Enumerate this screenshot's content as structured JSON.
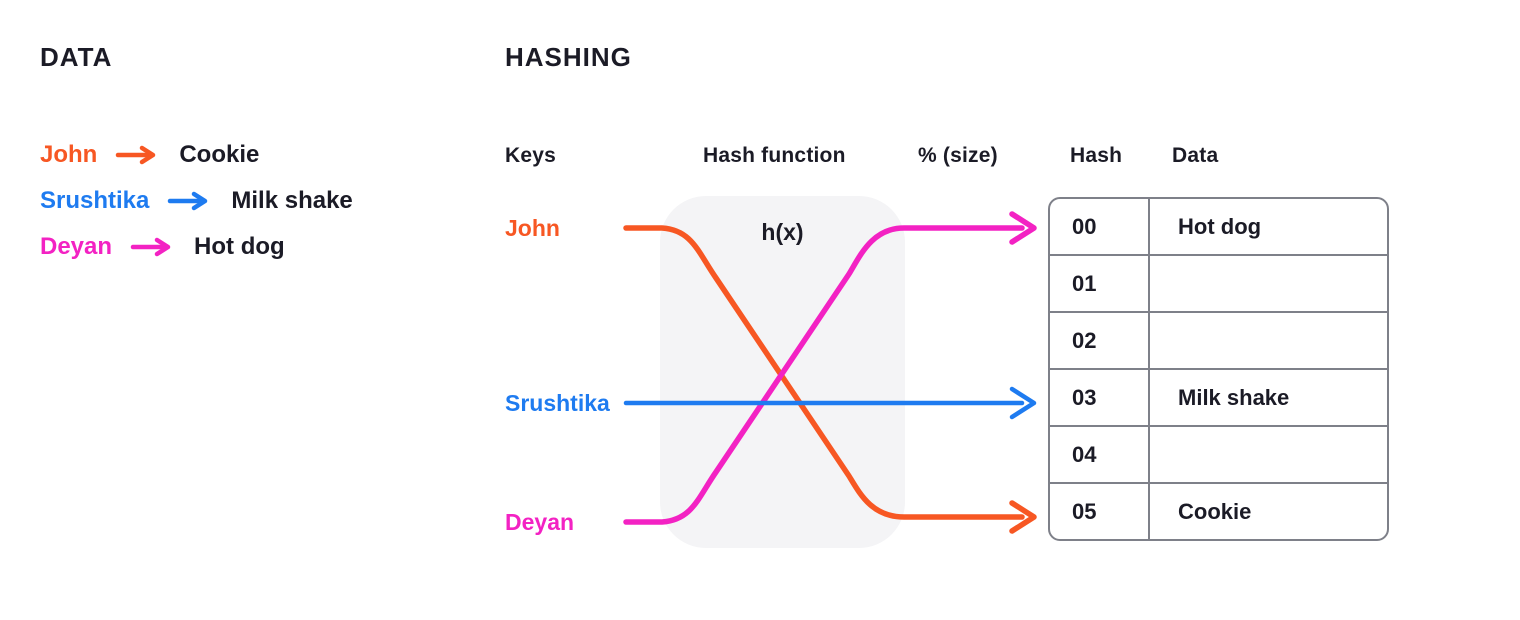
{
  "colors": {
    "orange": "#F75723",
    "blue": "#1E7BF0",
    "magenta": "#F322C3",
    "dark_text": "#1B1B26",
    "box_fill": "#F4F4F6",
    "table_border": "#7E8089"
  },
  "data_panel": {
    "title": "DATA",
    "rows": [
      {
        "key": "John",
        "value": "Cookie",
        "color": "#F75723"
      },
      {
        "key": "Srushtika",
        "value": "Milk shake",
        "color": "#1E7BF0"
      },
      {
        "key": "Deyan",
        "value": "Hot dog",
        "color": "#F322C3"
      }
    ]
  },
  "hashing_panel": {
    "title": "HASHING",
    "column_headers": {
      "keys": "Keys",
      "hash_function": "Hash function",
      "mod_size": "% (size)",
      "hash": "Hash",
      "data": "Data"
    },
    "keys": [
      {
        "label": "John",
        "color": "#F75723"
      },
      {
        "label": "Srushtika",
        "color": "#1E7BF0"
      },
      {
        "label": "Deyan",
        "color": "#F322C3"
      }
    ],
    "hash_function_label": "h(x)",
    "table": {
      "rows": [
        {
          "hash": "00",
          "data": "Hot dog"
        },
        {
          "hash": "01",
          "data": ""
        },
        {
          "hash": "02",
          "data": ""
        },
        {
          "hash": "03",
          "data": "Milk shake"
        },
        {
          "hash": "04",
          "data": ""
        },
        {
          "hash": "05",
          "data": "Cookie"
        }
      ]
    }
  }
}
